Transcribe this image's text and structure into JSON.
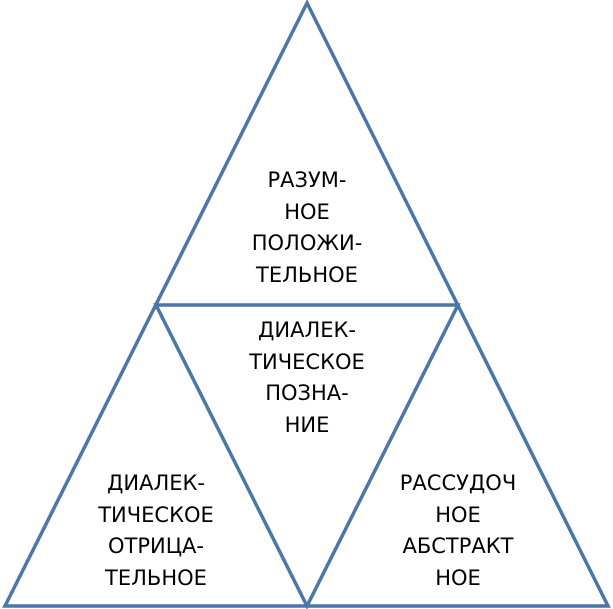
{
  "diagram": {
    "line_color": "#4a76a8",
    "sections": {
      "top": {
        "lines": [
          "РАЗУМ-",
          "НОЕ",
          "ПОЛОЖИ-",
          "ТЕЛЬНОЕ"
        ]
      },
      "center": {
        "lines": [
          "ДИАЛЕК-",
          "ТИЧЕСКОЕ",
          "ПОЗНА-",
          "НИЕ"
        ]
      },
      "left": {
        "lines": [
          "ДИАЛЕК-",
          "ТИЧЕСКОЕ",
          "ОТРИЦА-",
          "ТЕЛЬНОЕ"
        ]
      },
      "right": {
        "lines": [
          "РАССУДОЧ",
          "НОЕ",
          "АБСТРАКТ",
          "НОЕ"
        ]
      }
    }
  }
}
